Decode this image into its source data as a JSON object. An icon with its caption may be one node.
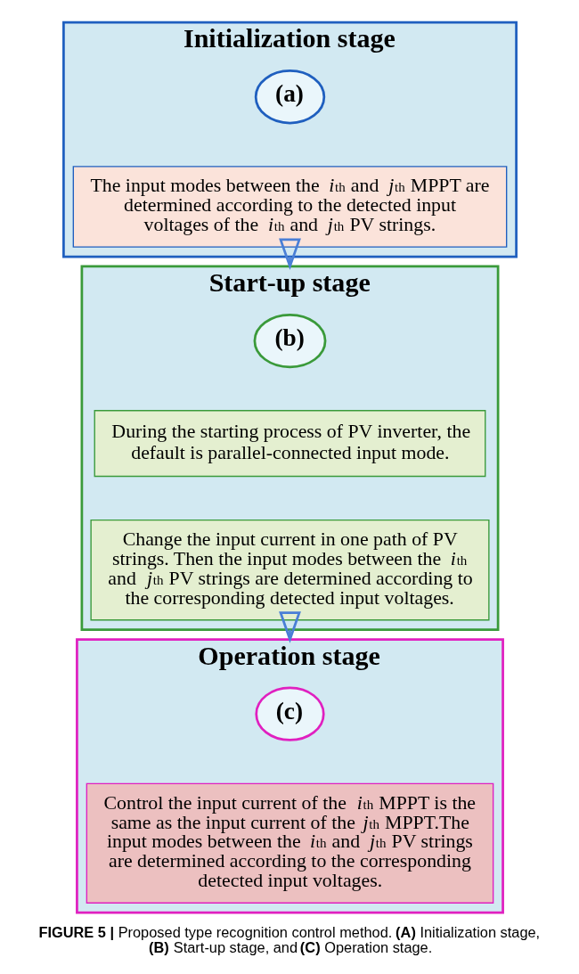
{
  "diagram": {
    "caption": "**FIGURE 5 |** Proposed type recognition control method. **(A)** Initialization stage, **(B)** Start-up stage, and **(C)** Operation stage.",
    "nodes": [
      {
        "text": [
          "Initialization stage"
        ]
      },
      {
        "text": [
          "(a)"
        ],
        "in": 0
      },
      {
        "text": [
          "The input modes between the *i*$_{th}$ and *j*$_{th}$ MPPT are determined according to the detected input voltages of the *i*$_{th}$ and *j*$_{th}$ PV strings."
        ],
        "in": 0
      },
      {
        "text": [
          "Start-up stage"
        ]
      },
      {
        "text": [
          "(b)"
        ],
        "in": 3
      },
      {
        "text": [
          "During the starting process of PV inverter, the default is parallel-connected input mode."
        ],
        "in": 3
      },
      {
        "text": [
          "Change the input current in one path of PV strings. Then the input modes between the *i*$_{th}$ and *j*$_{th}$ PV strings are determined according to the corresponding detected input voltages."
        ],
        "in": 3
      },
      {
        "text": [
          "Operation stage"
        ]
      },
      {
        "text": [
          "(c)"
        ],
        "in": 7
      },
      {
        "text": [
          "Control the input current of the *i*$_{th}$ MPPT is the same as the input current of the *j*$_{th}$ MPPT.The input modes between the *i*$_{th}$ and *j*$_{th}$ PV strings are determined according to the corresponding detected input voltages."
        ],
        "in": 7
      }
    ],
    "edges": [
      {
        "from": 0,
        "to": 3,
        "arrow": "to"
      },
      {
        "from": 3,
        "to": 7,
        "arrow": "to"
      }
    ]
  }
}
